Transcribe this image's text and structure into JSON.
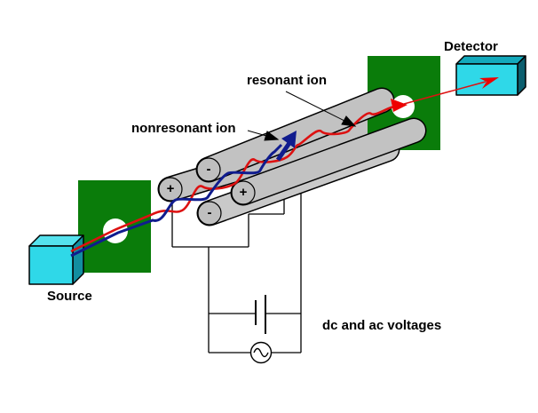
{
  "labels": {
    "detector": "Detector",
    "source": "Source",
    "resonant_ion": "resonant ion",
    "nonresonant_ion": "nonresonant ion",
    "dc_ac_voltages": "dc and ac voltages"
  },
  "rod_polarities": {
    "top": "-",
    "left": "+",
    "right": "+",
    "bottom": "-"
  },
  "colors": {
    "plate_green": "#0a7c0a",
    "device_cyan_front": "#2fd8e8",
    "rod_gray": "#c2c2c2",
    "resonant_path_red": "#dd1111",
    "nonresonant_path_blue": "#101c8e"
  }
}
